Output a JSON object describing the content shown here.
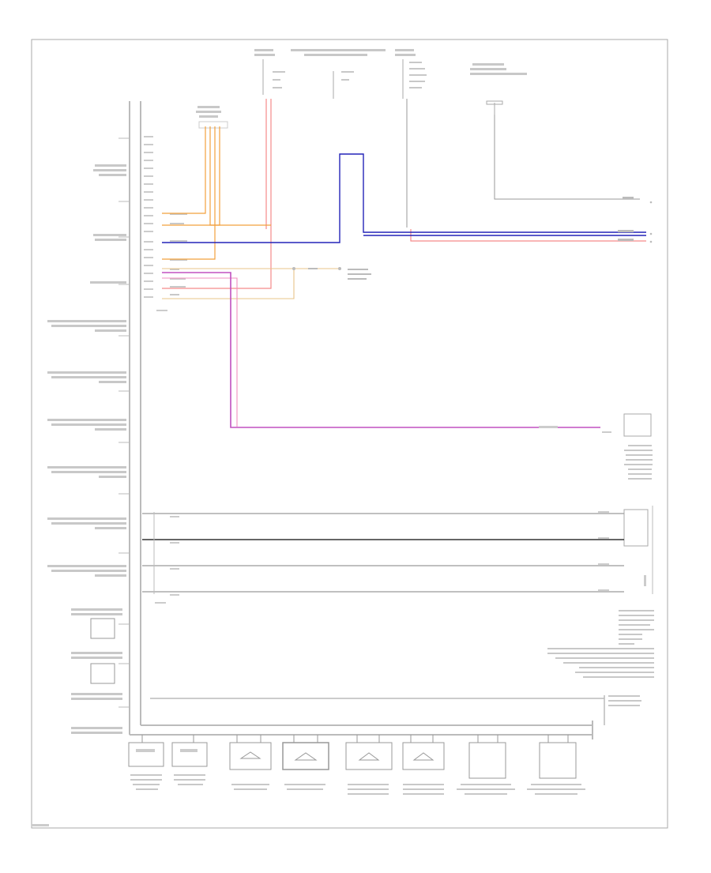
{
  "diagram": {
    "footer_code": "",
    "top_labels": [],
    "left_components": [],
    "bottom_components": [],
    "right_components": [],
    "wires": [
      {
        "id": "w-orange-1",
        "color": "#f2a03c"
      },
      {
        "id": "w-orange-2",
        "color": "#f2a03c"
      },
      {
        "id": "w-blue",
        "color": "#2424b8"
      },
      {
        "id": "w-red",
        "color": "#f07a7a"
      },
      {
        "id": "w-pink",
        "color": "#f28fc0"
      },
      {
        "id": "w-purple",
        "color": "#c050c0"
      },
      {
        "id": "w-tan",
        "color": "#e6c080"
      },
      {
        "id": "w-grey",
        "color": "#9a9a9a"
      },
      {
        "id": "w-black",
        "color": "#333333"
      }
    ]
  }
}
